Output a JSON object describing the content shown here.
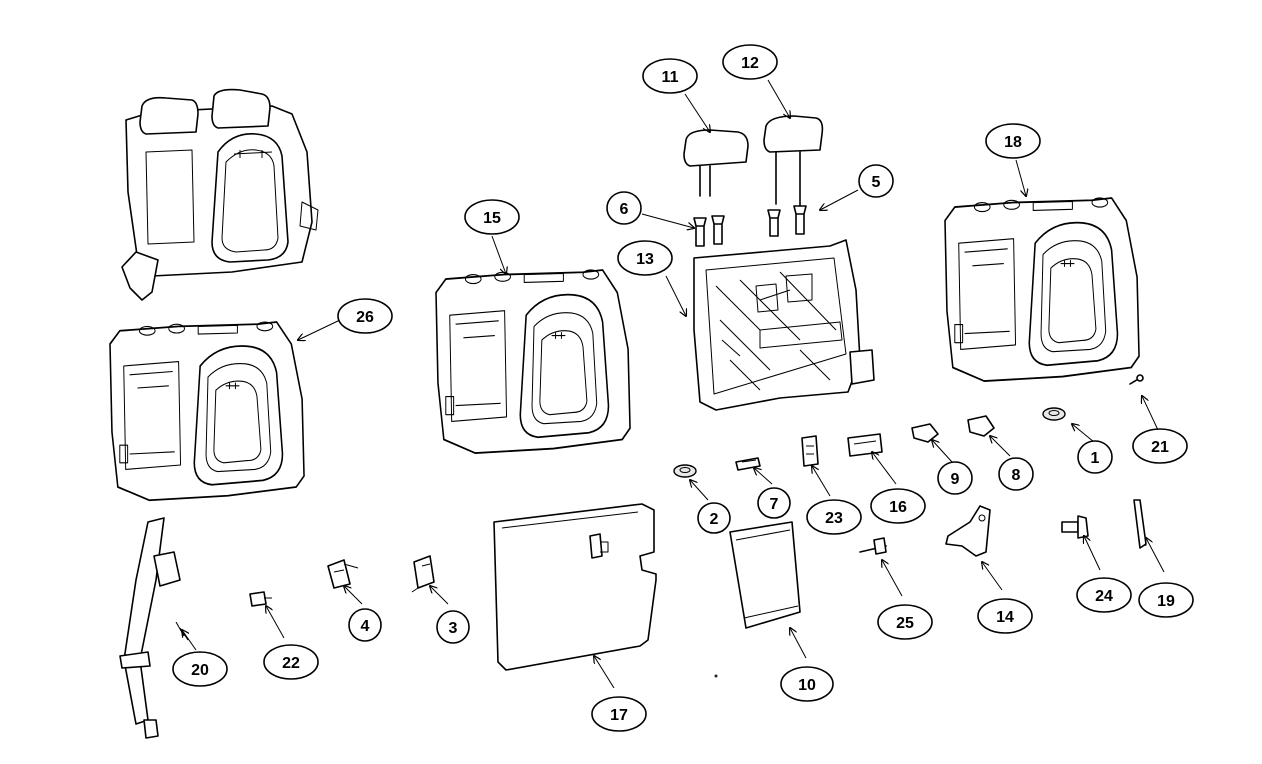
{
  "callouts": [
    {
      "id": "1",
      "label": "1"
    },
    {
      "id": "2",
      "label": "2"
    },
    {
      "id": "3",
      "label": "3"
    },
    {
      "id": "4",
      "label": "4"
    },
    {
      "id": "5",
      "label": "5"
    },
    {
      "id": "6",
      "label": "6"
    },
    {
      "id": "7",
      "label": "7"
    },
    {
      "id": "8",
      "label": "8"
    },
    {
      "id": "9",
      "label": "9"
    },
    {
      "id": "10",
      "label": "10"
    },
    {
      "id": "11",
      "label": "11"
    },
    {
      "id": "12",
      "label": "12"
    },
    {
      "id": "13",
      "label": "13"
    },
    {
      "id": "14",
      "label": "14"
    },
    {
      "id": "15",
      "label": "15"
    },
    {
      "id": "16",
      "label": "16"
    },
    {
      "id": "17",
      "label": "17"
    },
    {
      "id": "18",
      "label": "18"
    },
    {
      "id": "19",
      "label": "19"
    },
    {
      "id": "20",
      "label": "20"
    },
    {
      "id": "21",
      "label": "21"
    },
    {
      "id": "22",
      "label": "22"
    },
    {
      "id": "23",
      "label": "23"
    },
    {
      "id": "24",
      "label": "24"
    },
    {
      "id": "25",
      "label": "25"
    },
    {
      "id": "26",
      "label": "26"
    }
  ],
  "colors": {
    "line": "#000000",
    "background": "#ffffff"
  }
}
